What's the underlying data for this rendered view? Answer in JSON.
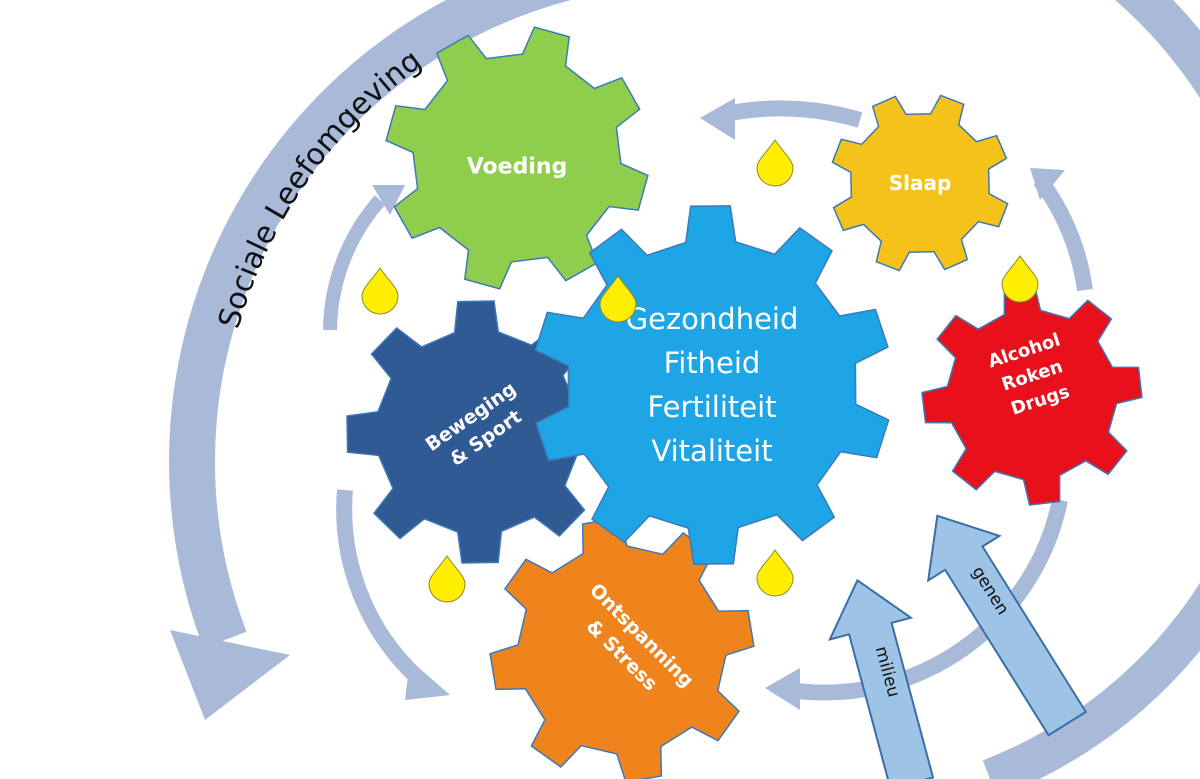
{
  "outer_label": "Sociale  Leefomgeving",
  "colors": {
    "cycle_arrow": "#a9b9d8",
    "drop": "#ffee00",
    "factor_arrow": "#9dc3e6"
  },
  "center": {
    "lines": [
      "Gezondheid",
      "Fitheid",
      "Fertiliteit",
      "Vitaliteit"
    ],
    "color": "#1ea5e6"
  },
  "gears": [
    {
      "id": "voeding",
      "lines": [
        "Voeding"
      ],
      "color": "#8fce4c"
    },
    {
      "id": "slaap",
      "lines": [
        "Slaap"
      ],
      "color": "#f5c21a"
    },
    {
      "id": "alcohol",
      "lines": [
        "Alcohol",
        "Roken",
        "Drugs"
      ],
      "color": "#e8101a"
    },
    {
      "id": "beweging",
      "lines": [
        "Beweging",
        "& Sport"
      ],
      "color": "#2f5a94"
    },
    {
      "id": "ontspanning",
      "lines": [
        "Ontspanning",
        "& Stress"
      ],
      "color": "#f0841c"
    }
  ],
  "factor_arrows": [
    {
      "label": "milieu"
    },
    {
      "label": "genen"
    }
  ]
}
